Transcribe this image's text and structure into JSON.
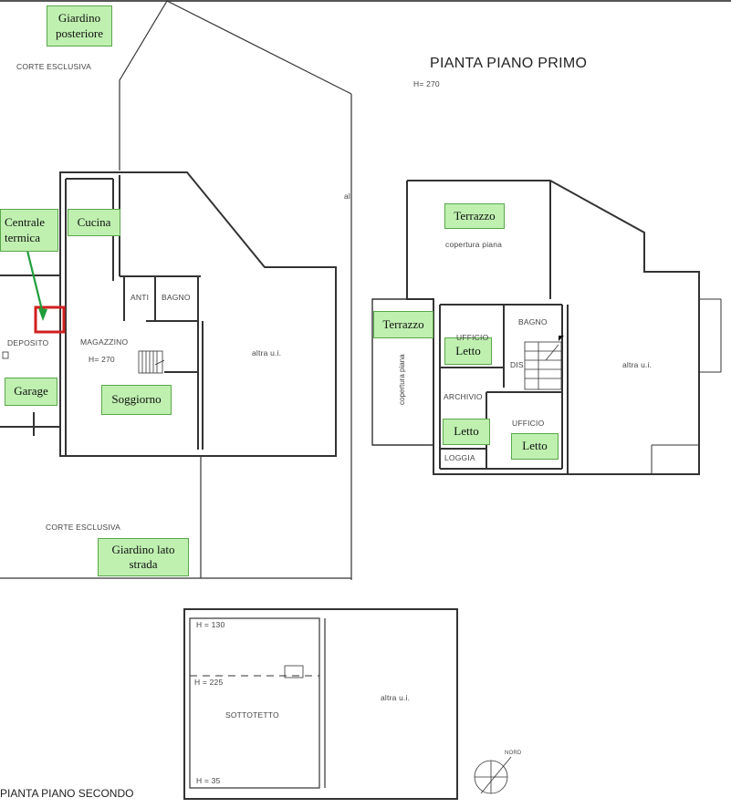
{
  "titles": {
    "first_floor": "PIANTA PIANO PRIMO",
    "first_floor_height": "H= 270",
    "second_floor": "PIANTA PIANO SECONDO"
  },
  "labels": {
    "giardino_posteriore": "Giardino posteriore",
    "centrale_termica": "Centrale termica",
    "cucina": "Cucina",
    "garage": "Garage",
    "soggiorno": "Soggiorno",
    "giardino_lato_strada": "Giardino lato strada",
    "terrazzo_top": "Terrazzo",
    "terrazzo_left": "Terrazzo",
    "letto_1": "Letto",
    "letto_2": "Letto",
    "letto_3": "Letto"
  },
  "ground_floor": {
    "corte_top": "CORTE ESCLUSIVA",
    "corte_bottom": "CORTE ESCLUSIVA",
    "al_fragment": "al",
    "deposito": "DEPOSITO",
    "magazzino": "MAGAZZINO",
    "magazzino_h": "H= 270",
    "anti": "ANTI",
    "bagno": "BAGNO",
    "altra_ui": "altra u.i."
  },
  "first_floor": {
    "copertura_piana": "copertura piana",
    "copertura_piana_vertical": "copertura piana",
    "ufficio_1": "UFFICIO",
    "bagno": "BAGNO",
    "dis": "DIS",
    "archivio": "ARCHIVIO",
    "ufficio_2": "UFFICIO",
    "loggia": "LOGGIA",
    "altra_ui": "altra u.i."
  },
  "second_floor": {
    "h130": "H = 130",
    "h225": "H = 225",
    "sottotetto": "SOTTOTETTO",
    "h35": "H = 35",
    "altra_ui": "altra u.i.",
    "nord": "NORD"
  },
  "colors": {
    "label_fill": "#bff0b0",
    "label_border": "#5aa64a",
    "arrow": "#1f9e3a",
    "highlight_box": "#d21f1f",
    "wall": "#333333"
  }
}
